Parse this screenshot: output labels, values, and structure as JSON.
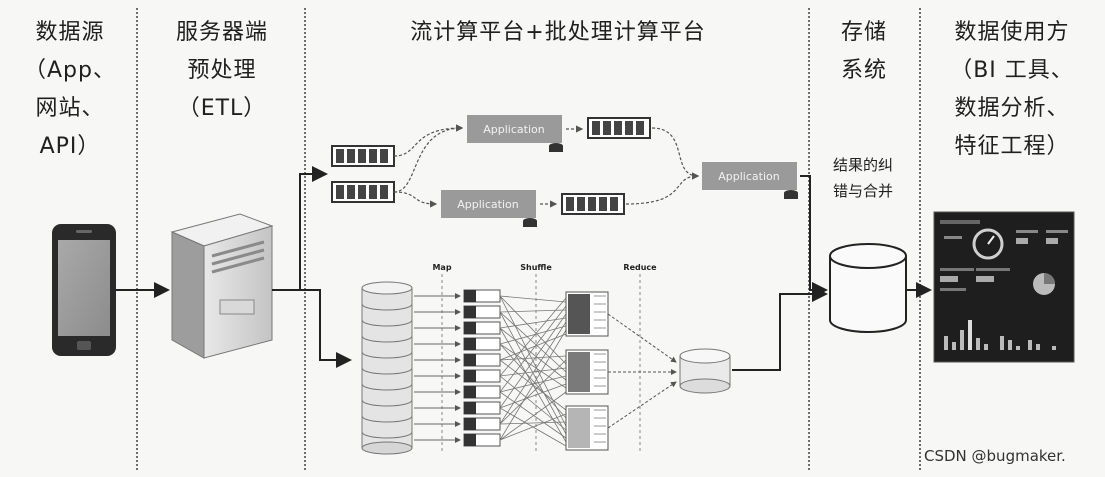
{
  "columns": [
    {
      "lines": [
        "数据源",
        "（App、",
        "网站、",
        "API）"
      ]
    },
    {
      "lines": [
        "服务器端",
        "预处理",
        "（ETL）"
      ]
    },
    {
      "lines": [
        "流计算平台+批处理计算平台"
      ]
    },
    {
      "lines": [
        "存储",
        "系统"
      ]
    },
    {
      "lines": [
        "数据使用方",
        "（BI 工具、",
        "数据分析、",
        "特征工程）"
      ]
    }
  ],
  "stream": {
    "app_label_1": "Application",
    "app_label_2": "Application",
    "app_label_3": "Application"
  },
  "batch": {
    "map_label": "Map",
    "shuffle_label": "Shuffle",
    "reduce_label": "Reduce"
  },
  "storage": {
    "note_lines": [
      "结果的纠",
      "错与合并"
    ]
  },
  "watermark": "CSDN @bugmaker."
}
